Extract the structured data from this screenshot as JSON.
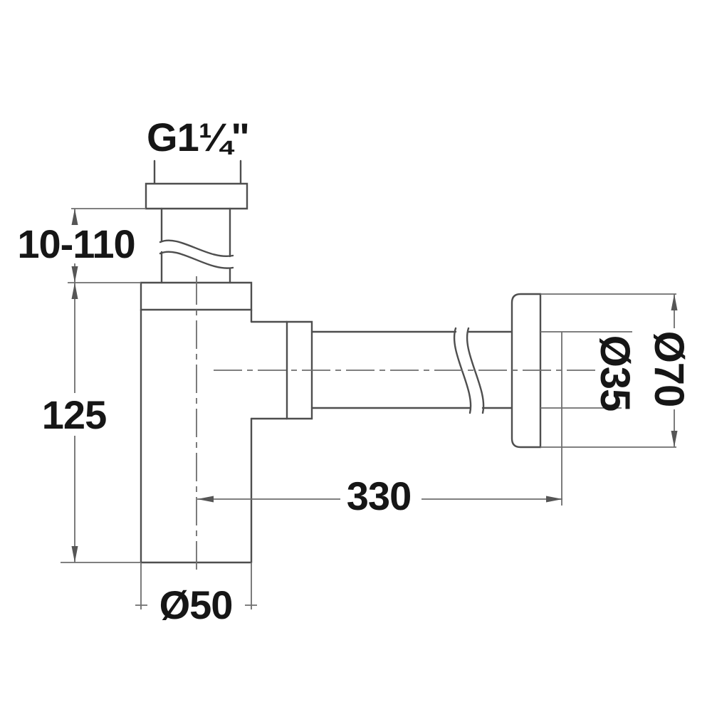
{
  "title": "Bottle trap siphon technical drawing",
  "drawing": {
    "labels": {
      "thread": "G1¼\"",
      "adjust_range": "10-110",
      "body_height": "125",
      "pipe_length": "330",
      "body_diameter": "Ø50",
      "flange_diameter": "Ø70",
      "pipe_diameter": "Ø35"
    },
    "colors": {
      "object_line": "#4e4e4e",
      "dimension_line": "#6e6e6e",
      "text": "#161616",
      "background": "#ffffff"
    }
  }
}
